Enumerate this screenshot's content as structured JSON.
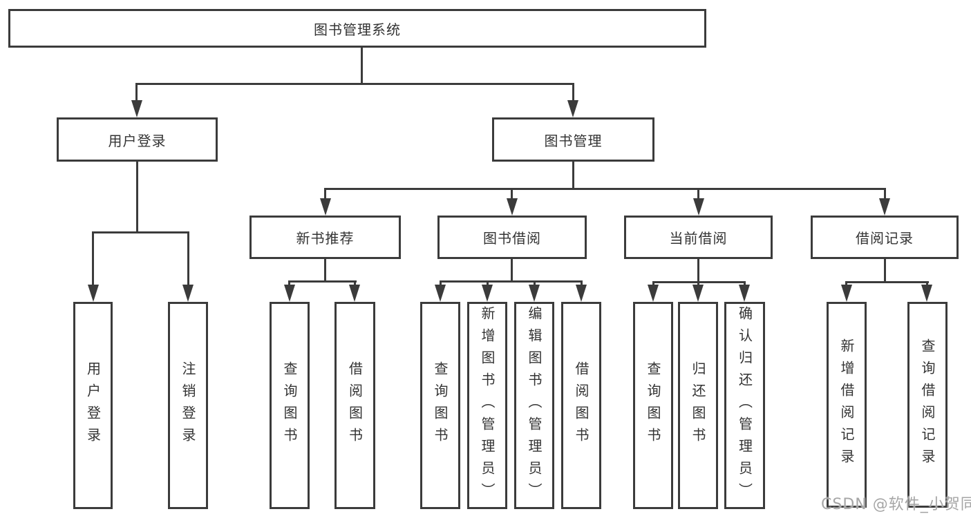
{
  "diagram_title": "图书管理系统",
  "watermark": "CSDN @软件_小贺同学",
  "colors": {
    "line": "#3b3b3b",
    "text": "#333333",
    "background": "#ffffff",
    "watermark_text": "#a6a6a6"
  },
  "nodes": {
    "root": {
      "label": "图书管理系统"
    },
    "user_login": {
      "label": "用户登录"
    },
    "book_mgmt": {
      "label": "图书管理"
    },
    "new_book_rec": {
      "label": "新书推荐"
    },
    "book_borrow": {
      "label": "图书借阅"
    },
    "current_borrow": {
      "label": "当前借阅"
    },
    "borrow_record": {
      "label": "借阅记录"
    },
    "leaf_user_login": {
      "label": "用户登录"
    },
    "leaf_logout": {
      "label": "注销登录"
    },
    "leaf_query_book_rec": {
      "label": "查询图书"
    },
    "leaf_borrow_book_rec": {
      "label": "借阅图书"
    },
    "leaf_query_book_borrow": {
      "label": "查询图书"
    },
    "leaf_add_book": {
      "label": "新增图书（管理员）"
    },
    "leaf_edit_book": {
      "label": "编辑图书（管理员）"
    },
    "leaf_borrow_book_borrow": {
      "label": "借阅图书"
    },
    "leaf_query_book_current": {
      "label": "查询图书"
    },
    "leaf_return_book": {
      "label": "归还图书"
    },
    "leaf_confirm_return": {
      "label": "确认归还（管理员）"
    },
    "leaf_add_borrow_record": {
      "label": "新增借阅记录"
    },
    "leaf_query_borrow_record": {
      "label": "查询借阅记录"
    }
  },
  "edges": [
    [
      "root",
      "user_login"
    ],
    [
      "root",
      "book_mgmt"
    ],
    [
      "user_login",
      "leaf_user_login"
    ],
    [
      "user_login",
      "leaf_logout"
    ],
    [
      "book_mgmt",
      "new_book_rec"
    ],
    [
      "book_mgmt",
      "book_borrow"
    ],
    [
      "book_mgmt",
      "current_borrow"
    ],
    [
      "book_mgmt",
      "borrow_record"
    ],
    [
      "new_book_rec",
      "leaf_query_book_rec"
    ],
    [
      "new_book_rec",
      "leaf_borrow_book_rec"
    ],
    [
      "book_borrow",
      "leaf_query_book_borrow"
    ],
    [
      "book_borrow",
      "leaf_add_book"
    ],
    [
      "book_borrow",
      "leaf_edit_book"
    ],
    [
      "book_borrow",
      "leaf_borrow_book_borrow"
    ],
    [
      "current_borrow",
      "leaf_query_book_current"
    ],
    [
      "current_borrow",
      "leaf_return_book"
    ],
    [
      "current_borrow",
      "leaf_confirm_return"
    ],
    [
      "borrow_record",
      "leaf_add_borrow_record"
    ],
    [
      "borrow_record",
      "leaf_query_borrow_record"
    ]
  ]
}
